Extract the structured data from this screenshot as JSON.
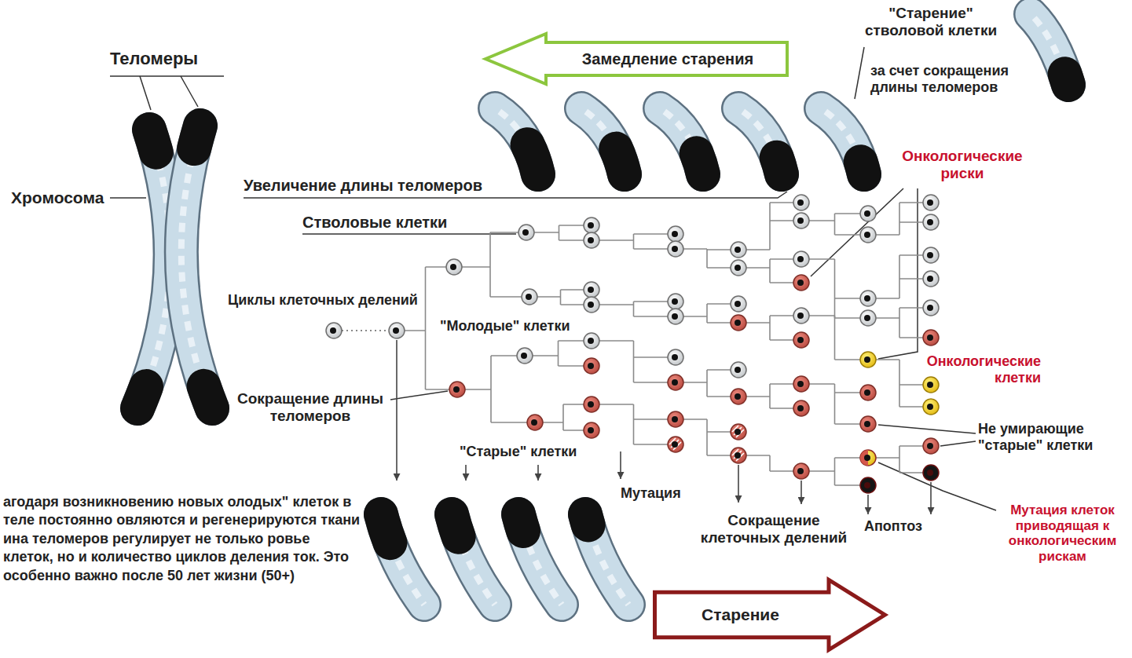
{
  "diagram": {
    "nodes": [
      {
        "text": [
          "Замедление старения"
        ]
      },
      {
        "text": [
          "Старение"
        ]
      }
    ],
    "labels": [
      "Теломеры",
      "Хромосома",
      "Увеличение длины теломеров",
      "Стволовые клетки",
      "Циклы клеточных делений",
      "\"Молодые\" клетки",
      "Сокращение длины теломеров",
      "\"Старые\" клетки",
      "Мутация",
      "Сокращение клеточных делений",
      "Апоптоз",
      "\"Старение\" стволовой клетки",
      "за счет сокращения длины теломеров",
      "Онкологические риски",
      "Онкологические клетки",
      "Не умирающие \"старые\" клетки",
      "Мутация клеток приводящая к онкологическим рискам",
      "агодаря возникновению новых олодых\" клеток в теле постоянно овляются и регенерируются ткани ина теломеров регулирует не только ровье клеток, но и количество циклов деления ток. Это особенно важно после 50 лет жизни (50+)"
    ]
  }
}
